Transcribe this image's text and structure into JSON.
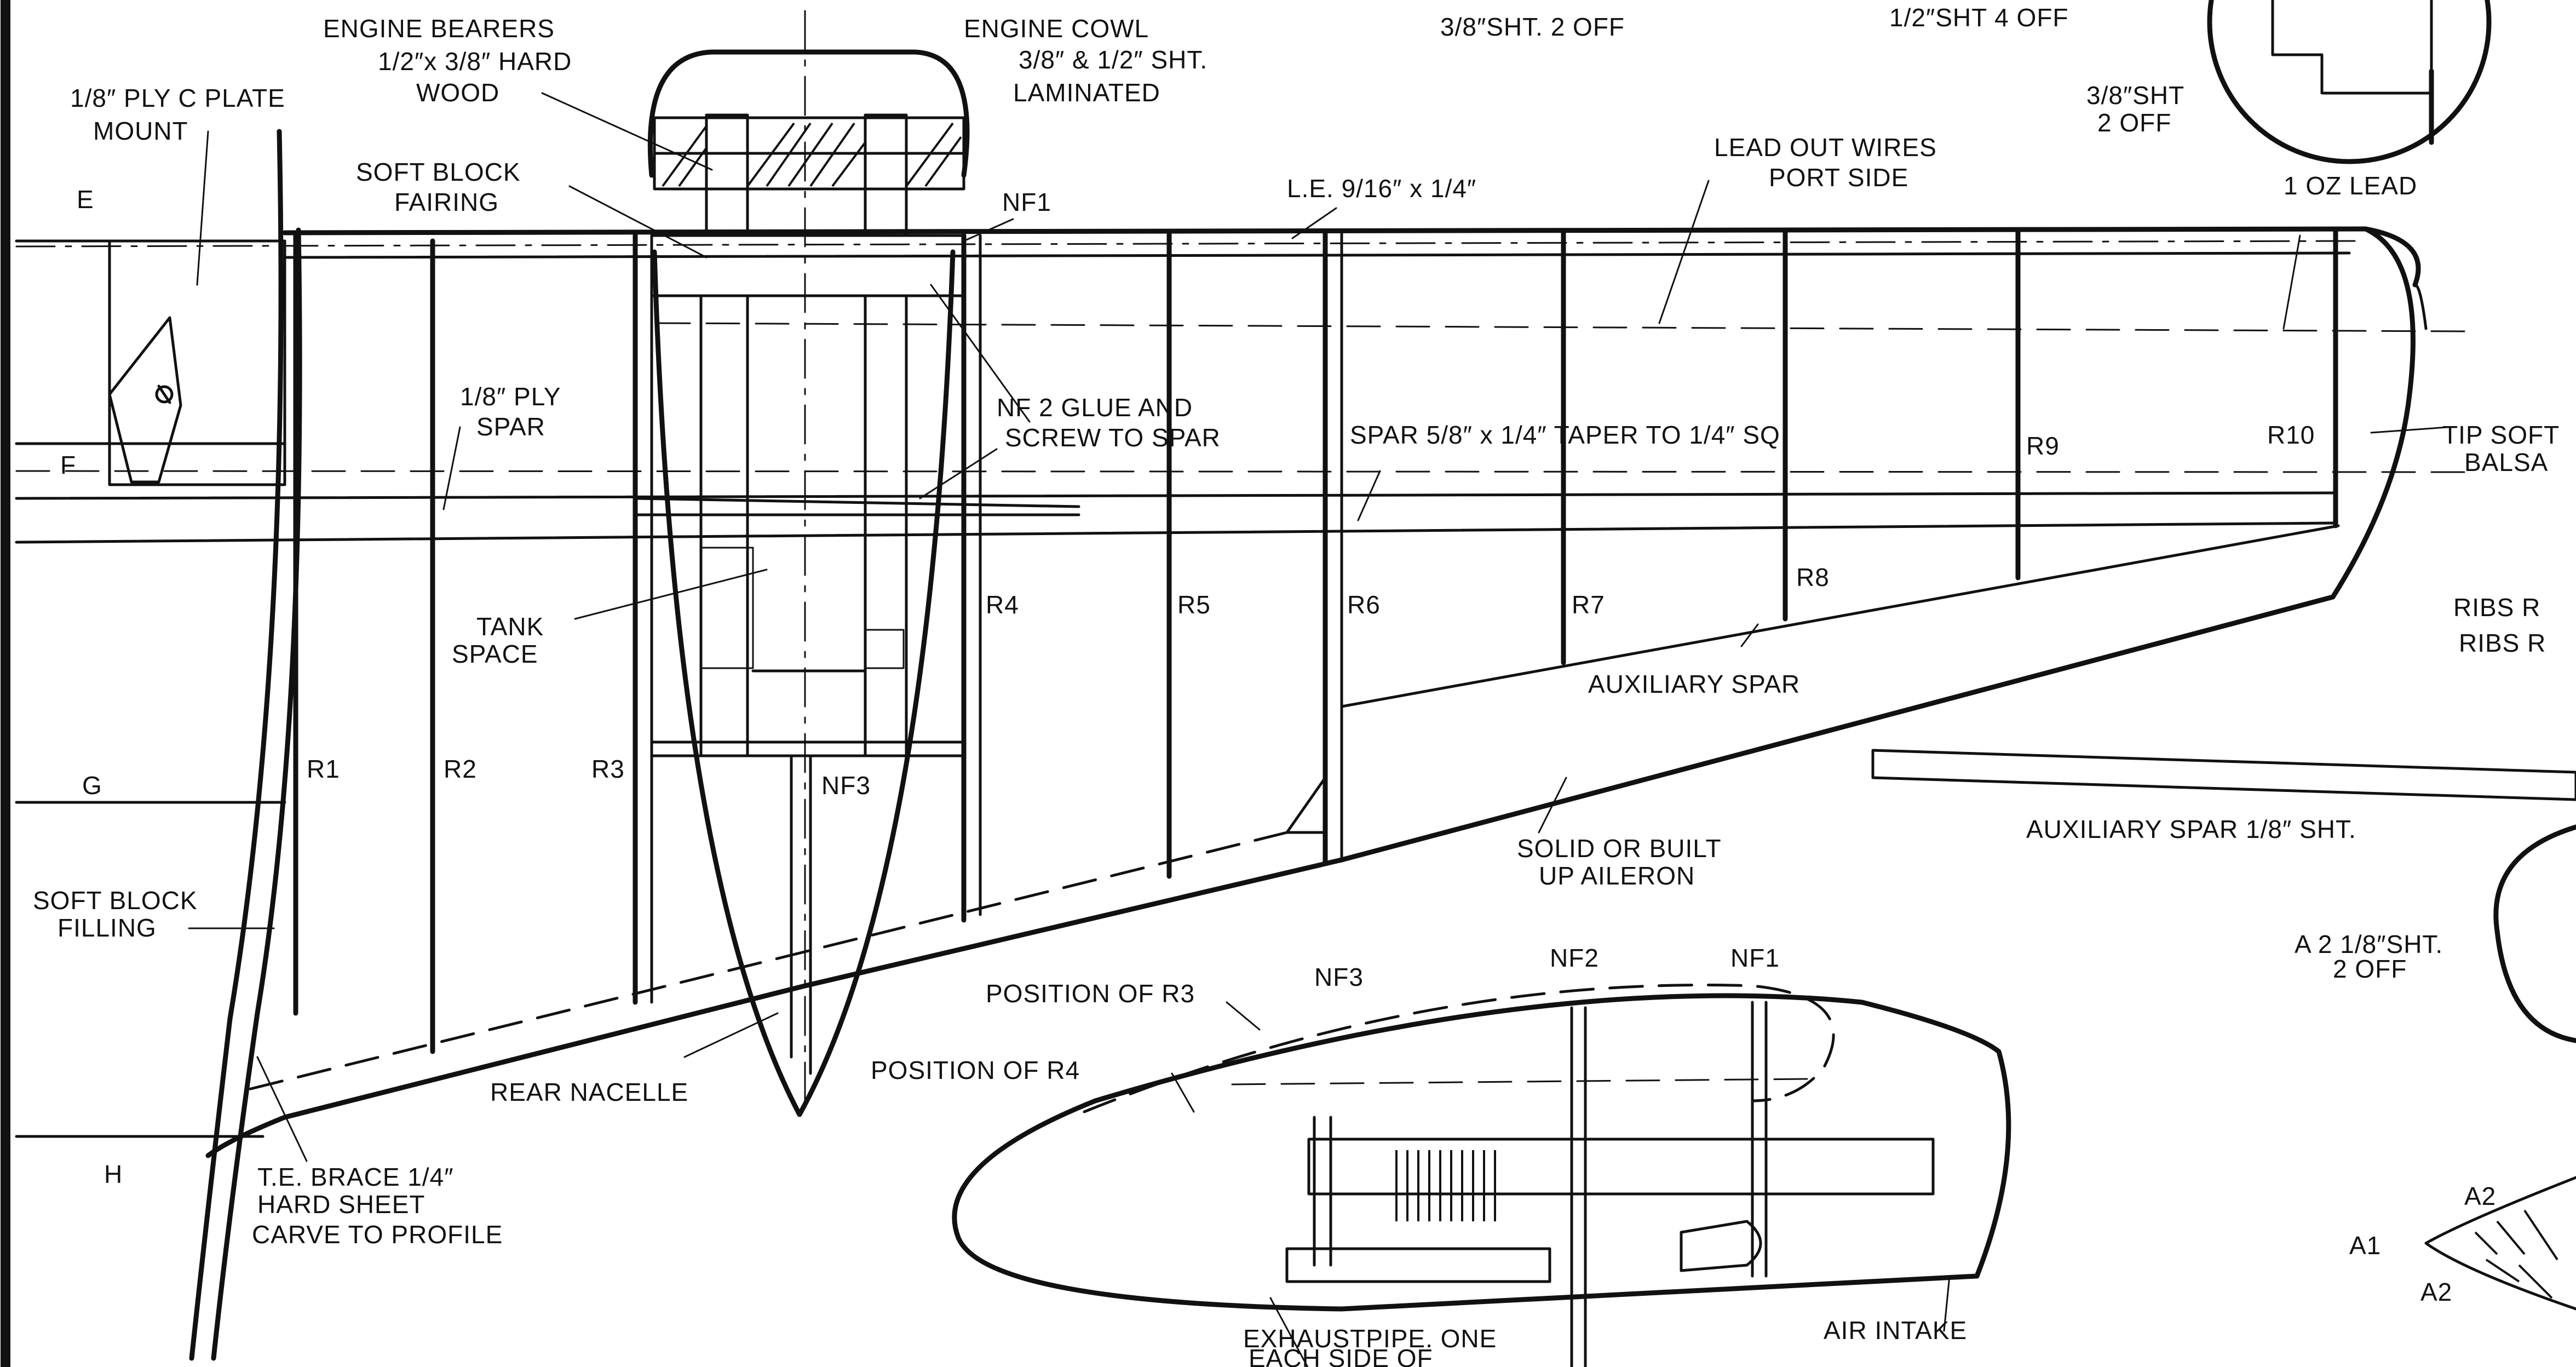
{
  "labels": {
    "top_center_qty": "3/8″SHT. 2 OFF",
    "top_right_qty": "1/2″SHT 4 OFF",
    "right_qty_line1": "3/8″SHT",
    "right_qty_line2": "2 OFF",
    "one_oz_lead": "1 OZ LEAD",
    "engine_bearers_line1": "ENGINE BEARERS",
    "engine_bearers_line2": "1/2″x 3/8″ HARD",
    "engine_bearers_line3": "WOOD",
    "engine_cowl_line1": "ENGINE COWL",
    "engine_cowl_line2": "3/8″ & 1/2″ SHT.",
    "engine_cowl_line3": "LAMINATED",
    "ply_plate_line1": "1/8″ PLY C PLATE",
    "ply_plate_line2": "MOUNT",
    "soft_block_fairing_line1": "SOFT BLOCK",
    "soft_block_fairing_line2": "FAIRING",
    "nf1": "NF1",
    "nf2": "NF2",
    "nf3": "NF3",
    "le_spec": "L.E. 9/16″ x 1/4″",
    "lead_out_line1": "LEAD OUT WIRES",
    "lead_out_line2": "PORT SIDE",
    "ply_spar_line1": "1/8″ PLY",
    "ply_spar_line2": "SPAR",
    "nf2_glue_line1": "NF 2 GLUE AND",
    "nf2_glue_line2": "SCREW TO SPAR",
    "spar_spec": "SPAR 5/8″ x 1/4″ TAPER TO 1/4″ SQ",
    "tip_line1": "TIP SOFT",
    "tip_line2": "BALSA",
    "tank_line1": "TANK",
    "tank_line2": "SPACE",
    "auxiliary_spar": "AUXILIARY SPAR",
    "aux_spar_sheet": "AUXILIARY SPAR 1/8″ SHT.",
    "ribs_line1": "RIBS R",
    "ribs_line2": "RIBS R",
    "aileron_line1": "SOLID OR BUILT",
    "aileron_line2": "UP AILERON",
    "soft_block_filling_line1": "SOFT BLOCK",
    "soft_block_filling_line2": "FILLING",
    "a2_sheet_line1": "A 2 1/8″SHT.",
    "a2_sheet_line2": "2 OFF",
    "position_r3": "POSITION OF R3",
    "position_r4": "POSITION OF R4",
    "rear_nacelle": "REAR NACELLE",
    "te_brace_line1": "T.E. BRACE 1/4″",
    "te_brace_line2": "HARD SHEET",
    "te_brace_line3": "CARVE TO PROFILE",
    "exhaust_line1": "EXHAUSTPIPE. ONE",
    "exhaust_line2": "EACH SIDE OF",
    "air_intake": "AIR INTAKE",
    "a1": "A1",
    "a2": "A2"
  },
  "stations": {
    "e": "E",
    "f": "F",
    "g": "G",
    "h": "H"
  },
  "ribs": {
    "r1": "R1",
    "r2": "R2",
    "r3": "R3",
    "r4": "R4",
    "r5": "R5",
    "r6": "R6",
    "r7": "R7",
    "r8": "R8",
    "r9": "R9",
    "r10": "R10"
  }
}
